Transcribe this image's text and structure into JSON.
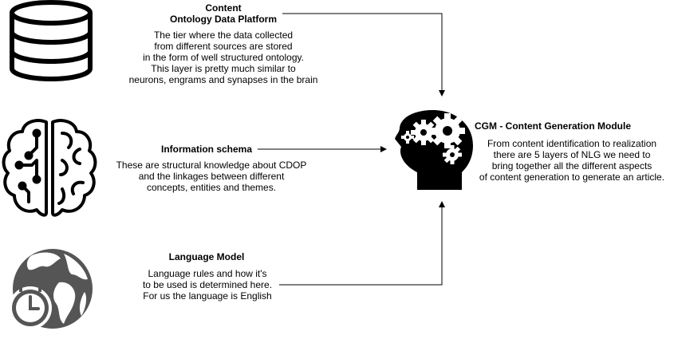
{
  "content": {
    "title_line1": "Content",
    "title_line2": "Ontology Data Platform",
    "description": "The tier where the data collected\nfrom different sources are stored\nin the form of well structured ontology.\nThis layer is pretty much similar to\nneurons, engrams and synapses in the brain"
  },
  "schema": {
    "title": "Information schema",
    "description": "These are structural knowledge about CDOP\nand the linkages between different\nconcepts, entities and themes."
  },
  "language": {
    "title": "Language Model",
    "description": "Language rules and how it's\nto be used is determined here.\nFor us the language is English"
  },
  "cgm": {
    "title": "CGM - Content Generation Module",
    "description": "From content identification to realization\nthere are 5 layers of NLG we need to\nbring together all the different aspects\nof content generation to generate an article."
  },
  "icons": {
    "database": "database-icon",
    "brain": "brain-circuit-icon",
    "globe": "globe-clock-icon",
    "head": "head-gears-icon"
  }
}
